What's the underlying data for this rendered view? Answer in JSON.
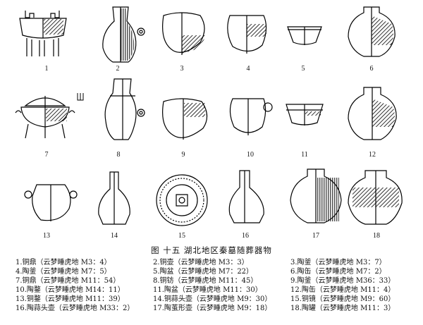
{
  "figure": {
    "caption": "图 十五   湖北地区秦墓随葬器物",
    "numbers": [
      "1",
      "2",
      "3",
      "4",
      "5",
      "6",
      "7",
      "8",
      "9",
      "10",
      "11",
      "12",
      "13",
      "14",
      "15",
      "16",
      "17",
      "18"
    ],
    "legend_rows": [
      [
        "1.铜鼎（云梦睡虎地 M3：4）",
        "2.铜壶（云梦睡虎地 M3：3）",
        "3.陶釜（云梦睡虎地 M3：7）"
      ],
      [
        "4.陶釜（云梦睡虎地 M7：5）",
        "5.陶盆（云梦睡虎地 M7：22）",
        "6.陶缶（云梦睡虎地 M7：2）"
      ],
      [
        "7.铜鼎（云梦睡虎地 M11：54）",
        "8.铜钫（云梦睡虎地 M11：45）",
        "9.陶釜（云梦睡虎地 M36：33）"
      ],
      [
        "10.陶鍪（云梦睡虎地 M14：11）",
        "11.陶盆（云梦睡虎地 M11：30）",
        "12.陶缶（云梦睡虎地 M11：4）"
      ],
      [
        "13.铜鍪（云梦睡虎地 M11：39）",
        "14.铜蒜头壶（云梦睡虎地 M9：30）",
        "15.铜镜（云梦睡虎地 M9：60）"
      ],
      [
        "16.陶蒜头壶（云梦睡虎地 M33：2）",
        "17.陶茧形壶（云梦睡虎地 M9：18）",
        "18.陶罐（云梦睡虎地 M11：3）"
      ]
    ]
  }
}
